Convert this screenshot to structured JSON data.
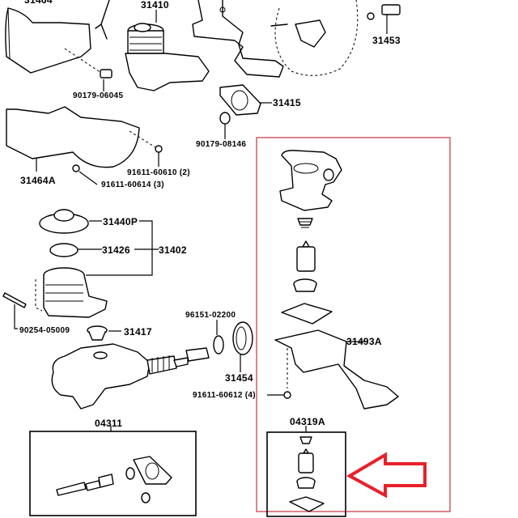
{
  "diagram": {
    "title": "Clutch master cylinder exploded parts diagram",
    "highlight_color": "#c8323c",
    "arrow_color": "#e8202a",
    "labels": {
      "p31464": "31464",
      "p31410": "31410",
      "p31453": "31453",
      "p90179_06045": "90179-06045",
      "p31415": "31415",
      "p90179_08146": "90179-08146",
      "p31464A": "31464A",
      "p91611_60610": "91611-60610 (2)",
      "p91611_60614": "91611-60614 (3)",
      "p31440P": "31440P",
      "p31426": "31426",
      "p31402": "31402",
      "p90254_05009": "90254-05009",
      "p31417": "31417",
      "p96151_02200": "96151-02200",
      "p31454": "31454",
      "p31493A": "31493A",
      "p91611_60612": "91611-60612 (4)",
      "p04311": "04311",
      "p04319A": "04319A"
    },
    "annotations": {
      "highlight_box": "Highlighted region: clutch release fitting assembly (31493A bracket group)",
      "arrow": "Red arrow pointing to kit 04319A"
    }
  }
}
